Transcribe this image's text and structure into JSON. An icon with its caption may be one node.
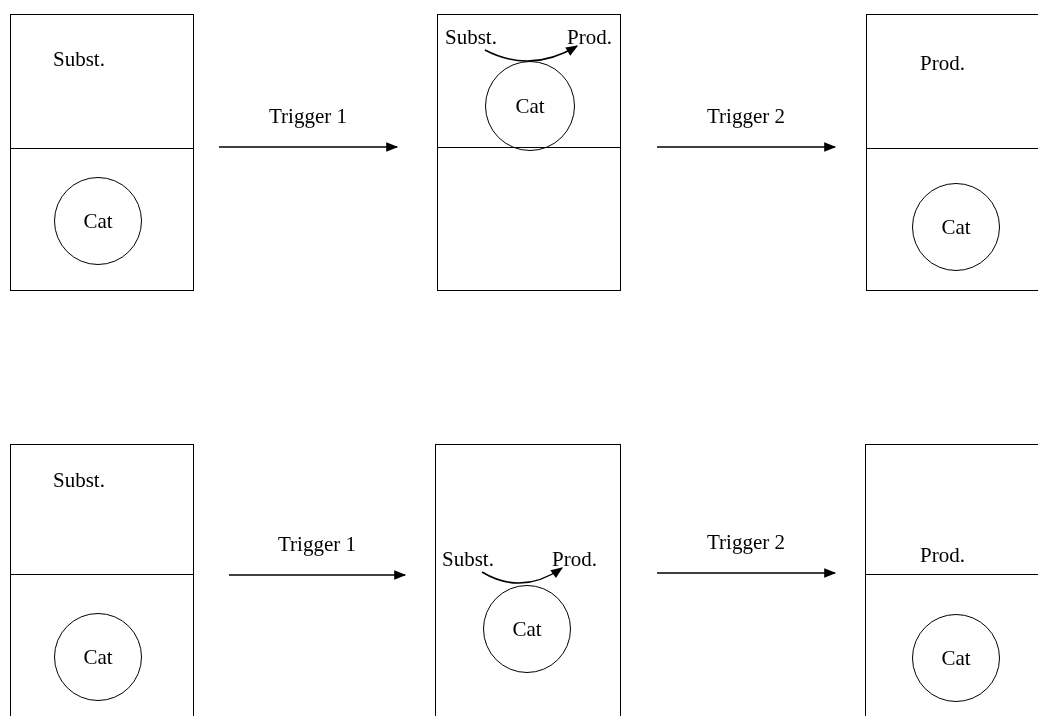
{
  "diagram": {
    "nodes": [
      {
        "text": [
          "Subst."
        ]
      },
      {
        "text": [
          "Cat"
        ],
        "in": 0
      },
      {
        "text": [],
        "shape": "box"
      },
      {
        "text": [
          "Subst."
        ],
        "in": 2
      },
      {
        "text": [
          "Prod."
        ],
        "in": 2
      },
      {
        "text": [
          "Cat"
        ],
        "in": 2
      },
      {
        "text": [
          "Prod."
        ]
      },
      {
        "text": [
          "Cat"
        ],
        "in": 6
      },
      {
        "text": [
          "Subst."
        ]
      },
      {
        "text": [
          "Cat"
        ],
        "in": 8
      },
      {
        "text": [],
        "shape": "box"
      },
      {
        "text": [
          "Subst."
        ],
        "in": 10
      },
      {
        "text": [
          "Prod."
        ],
        "in": 10
      },
      {
        "text": [
          "Cat"
        ],
        "in": 10
      },
      {
        "text": [
          "Prod."
        ]
      },
      {
        "text": [
          "Cat"
        ],
        "in": 14
      }
    ],
    "edges": [
      {
        "from": 0,
        "to": 2,
        "arrow": "to",
        "label": "Trigger 1"
      },
      {
        "from": 2,
        "to": 6,
        "arrow": "to",
        "label": "Trigger 2"
      },
      {
        "from": 3,
        "to": 4,
        "arrow": "to"
      },
      {
        "from": 8,
        "to": 10,
        "arrow": "to",
        "label": "Trigger 1"
      },
      {
        "from": 10,
        "to": 14,
        "arrow": "to",
        "label": "Trigger 2"
      },
      {
        "from": 11,
        "to": 12,
        "arrow": "to"
      }
    ]
  }
}
